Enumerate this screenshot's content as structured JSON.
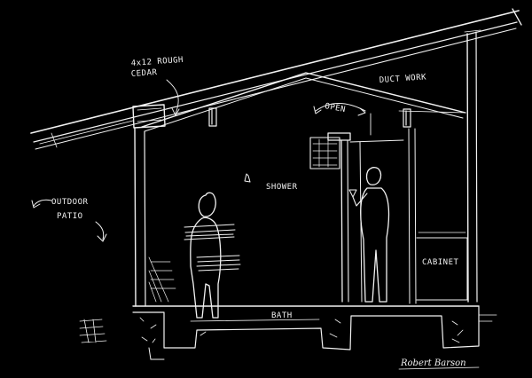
{
  "labels": {
    "rough_cedar_line1": "4x12 ROUGH",
    "rough_cedar_line2": "CEDAR",
    "duct_work": "DUCT WORK",
    "open": "OPEN",
    "shower": "SHOWER",
    "outdoor_line1": "OUTDOOR",
    "outdoor_line2": "PATIO",
    "cabinet": "CABINET",
    "bath": "BATH"
  },
  "signature": "Robert Barson",
  "colors": {
    "background": "#000000",
    "ink": "#f2f2f2"
  }
}
